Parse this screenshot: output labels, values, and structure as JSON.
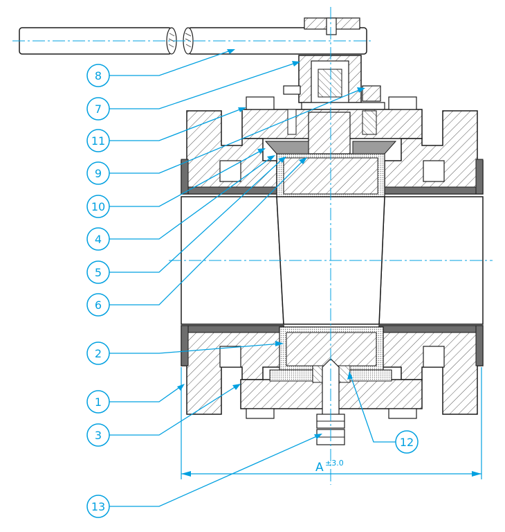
{
  "diagram": {
    "colors": {
      "outline": "#1a1a1a",
      "hatch": "#555555",
      "callout": "#00a0e0",
      "gasket": "#6e6e6e",
      "seal": "#9c9c9c"
    },
    "callouts": [
      {
        "id": "c8",
        "label": "8"
      },
      {
        "id": "c7",
        "label": "7"
      },
      {
        "id": "c11",
        "label": "11"
      },
      {
        "id": "c9",
        "label": "9"
      },
      {
        "id": "c10",
        "label": "10"
      },
      {
        "id": "c4",
        "label": "4"
      },
      {
        "id": "c5",
        "label": "5"
      },
      {
        "id": "c6",
        "label": "6"
      },
      {
        "id": "c2",
        "label": "2"
      },
      {
        "id": "c1",
        "label": "1"
      },
      {
        "id": "c3",
        "label": "3"
      },
      {
        "id": "c12",
        "label": "12"
      },
      {
        "id": "c13",
        "label": "13"
      }
    ],
    "dimension": {
      "label": "A",
      "tolerance": "±3.0"
    }
  }
}
